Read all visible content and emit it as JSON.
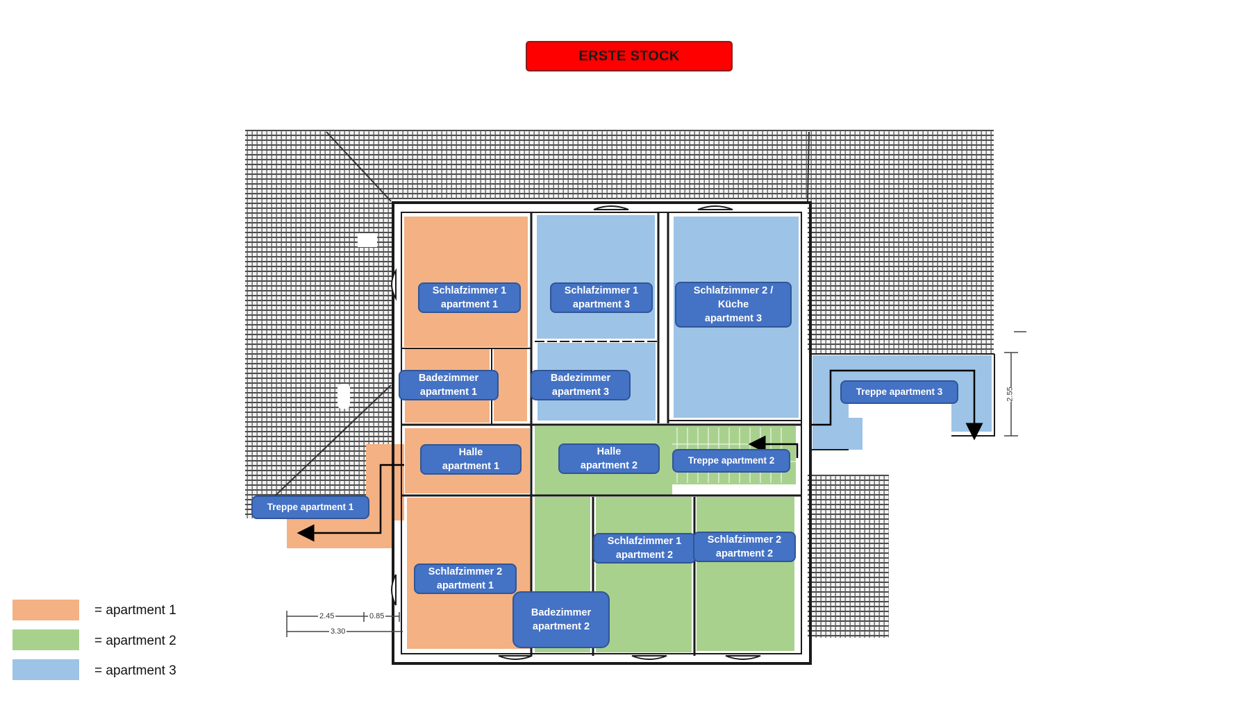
{
  "title": "ERSTE STOCK",
  "colors": {
    "apartment_1": "#f4b183",
    "apartment_2": "#a9d18e",
    "apartment_3": "#9dc3e6",
    "label_fill": "#4472c4",
    "title_fill": "#ff0000"
  },
  "rooms": {
    "schlafzimmer1_apt1": [
      "Schlafzimmer 1",
      "apartment 1"
    ],
    "schlafzimmer1_apt3": [
      "Schlafzimmer 1",
      "apartment 3"
    ],
    "schlafzimmer2_kueche_apt3": [
      "Schlafzimmer 2 /",
      "Küche",
      "apartment 3"
    ],
    "badezimmer_apt1": [
      "Badezimmer",
      "apartment 1"
    ],
    "badezimmer_apt3": [
      "Badezimmer",
      "apartment 3"
    ],
    "treppe_apt3": "Treppe apartment 3",
    "halle_apt1": [
      "Halle",
      "apartment 1"
    ],
    "halle_apt2": [
      "Halle",
      "apartment 2"
    ],
    "treppe_apt2": "Treppe apartment 2",
    "treppe_apt1": "Treppe apartment 1",
    "schlafzimmer1_apt2": [
      "Schlafzimmer 1",
      "apartment 2"
    ],
    "schlafzimmer2_apt2": [
      "Schlafzimmer 2",
      "apartment 2"
    ],
    "schlafzimmer2_apt1": [
      "Schlafzimmer 2",
      "apartment 1"
    ],
    "badezimmer_apt2": [
      "Badezimmer",
      "apartment 2"
    ]
  },
  "dimensions": {
    "d245": "2.45",
    "d085": "0.85",
    "d330": "3.30",
    "d255": "2.55"
  },
  "legend": [
    {
      "label": "= apartment 1",
      "color": "#f4b183"
    },
    {
      "label": "= apartment 2",
      "color": "#a9d18e"
    },
    {
      "label": "= apartment 3",
      "color": "#9dc3e6"
    }
  ]
}
